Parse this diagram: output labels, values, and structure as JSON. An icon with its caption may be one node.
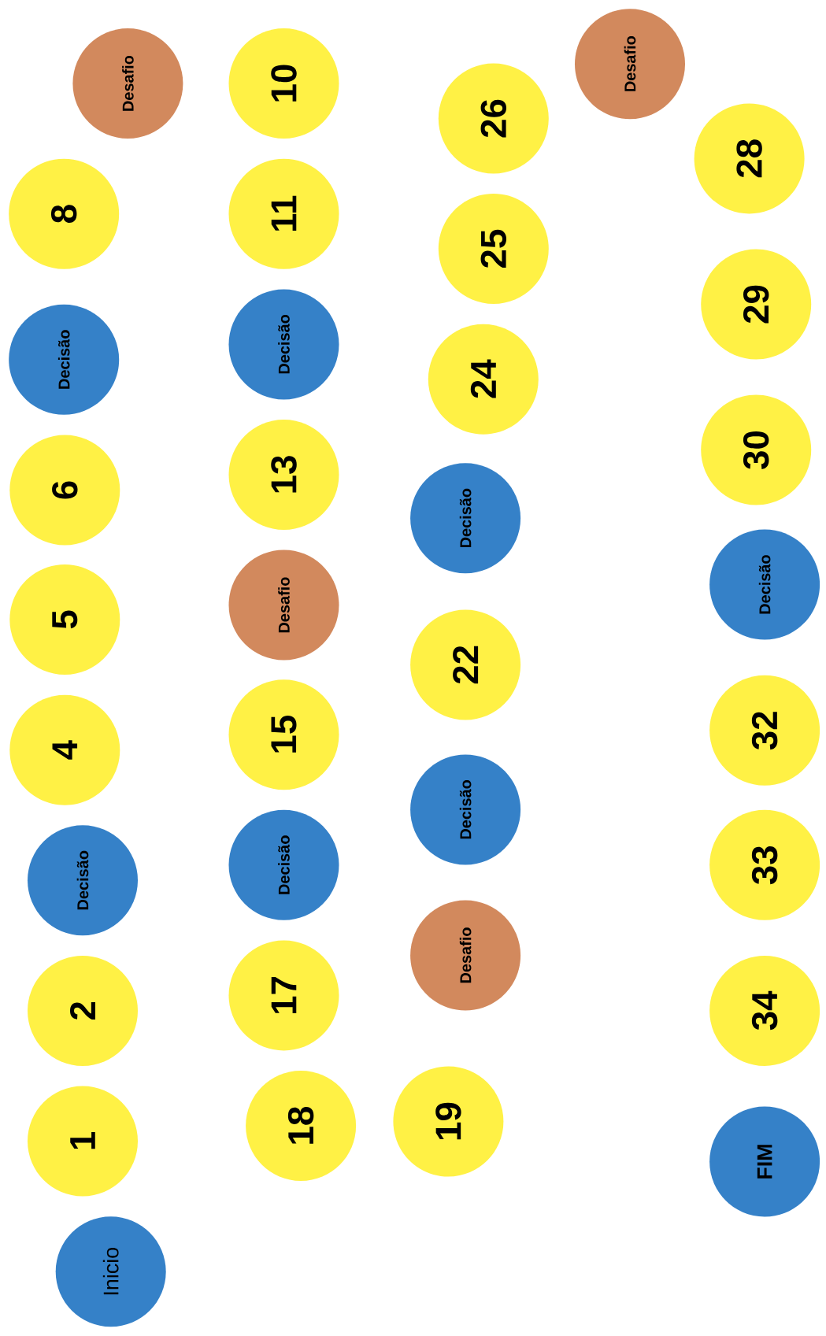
{
  "diagram": {
    "nodes": [
      {
        "text": [
          "Inicio"
        ]
      },
      {
        "text": [
          "1"
        ]
      },
      {
        "text": [
          "2"
        ]
      },
      {
        "text": [
          "Decisão"
        ]
      },
      {
        "text": [
          "4"
        ]
      },
      {
        "text": [
          "5"
        ]
      },
      {
        "text": [
          "6"
        ]
      },
      {
        "text": [
          "Decisão"
        ]
      },
      {
        "text": [
          "8"
        ]
      },
      {
        "text": [
          "Desafio"
        ]
      },
      {
        "text": [
          "10"
        ]
      },
      {
        "text": [
          "11"
        ]
      },
      {
        "text": [
          "Decisão"
        ]
      },
      {
        "text": [
          "13"
        ]
      },
      {
        "text": [
          "Desafio"
        ]
      },
      {
        "text": [
          "15"
        ]
      },
      {
        "text": [
          "Decisão"
        ]
      },
      {
        "text": [
          "17"
        ]
      },
      {
        "text": [
          "18"
        ]
      },
      {
        "text": [
          "19"
        ]
      },
      {
        "text": [
          "Desafio"
        ]
      },
      {
        "text": [
          "Decisão"
        ]
      },
      {
        "text": [
          "22"
        ]
      },
      {
        "text": [
          "Decisão"
        ]
      },
      {
        "text": [
          "24"
        ]
      },
      {
        "text": [
          "25"
        ]
      },
      {
        "text": [
          "26"
        ]
      },
      {
        "text": [
          "Desafio"
        ]
      },
      {
        "text": [
          "28"
        ]
      },
      {
        "text": [
          "29"
        ]
      },
      {
        "text": [
          "30"
        ]
      },
      {
        "text": [
          "Decisão"
        ]
      },
      {
        "text": [
          "32"
        ]
      },
      {
        "text": [
          "33"
        ]
      },
      {
        "text": [
          "34"
        ]
      },
      {
        "text": [
          "FIM"
        ]
      }
    ]
  }
}
